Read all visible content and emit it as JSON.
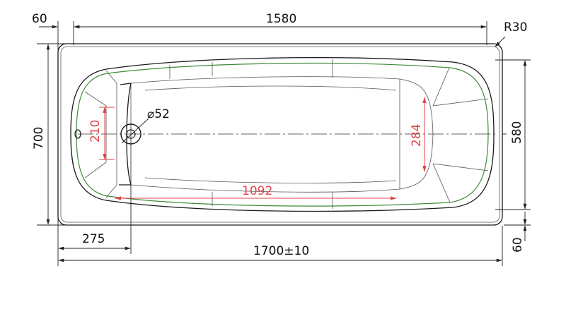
{
  "dimensions": {
    "left_rim": "60",
    "inner_length": "1580",
    "corner_radius": "R30",
    "total_width": "700",
    "inner_width": "580",
    "drain_offset": "275",
    "total_length": "1700±10",
    "bottom_rim": "60",
    "drain_diameter": "⌀52",
    "end_width": "210",
    "headrest_width": "284",
    "bottom_length": "1092"
  },
  "colors": {
    "outline": "#1a1a1a",
    "red_dimensions": "#e0434a",
    "green_contour": "#3f8a3a"
  }
}
